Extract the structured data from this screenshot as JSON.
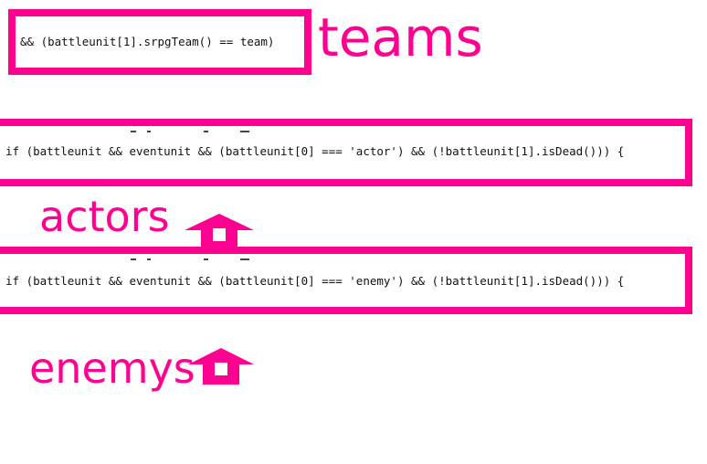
{
  "annotations": {
    "teams": {
      "code": "&& (battleunit[1].srpgTeam() == team)",
      "label": "teams"
    },
    "actors": {
      "code": "if (battleunit && eventunit && (battleunit[0] === 'actor') && (!battleunit[1].isDead())) {",
      "label": "actors",
      "arrow_icon": "up-arrow-icon"
    },
    "enemys": {
      "code": "if (battleunit && eventunit && (battleunit[0] === 'enemy') && (!battleunit[1].isDead())) {",
      "label": "enemys",
      "arrow_icon": "up-arrow-icon"
    }
  },
  "colors": {
    "accent": "#ff0090",
    "code_text": "#111111",
    "background": "#ffffff"
  }
}
